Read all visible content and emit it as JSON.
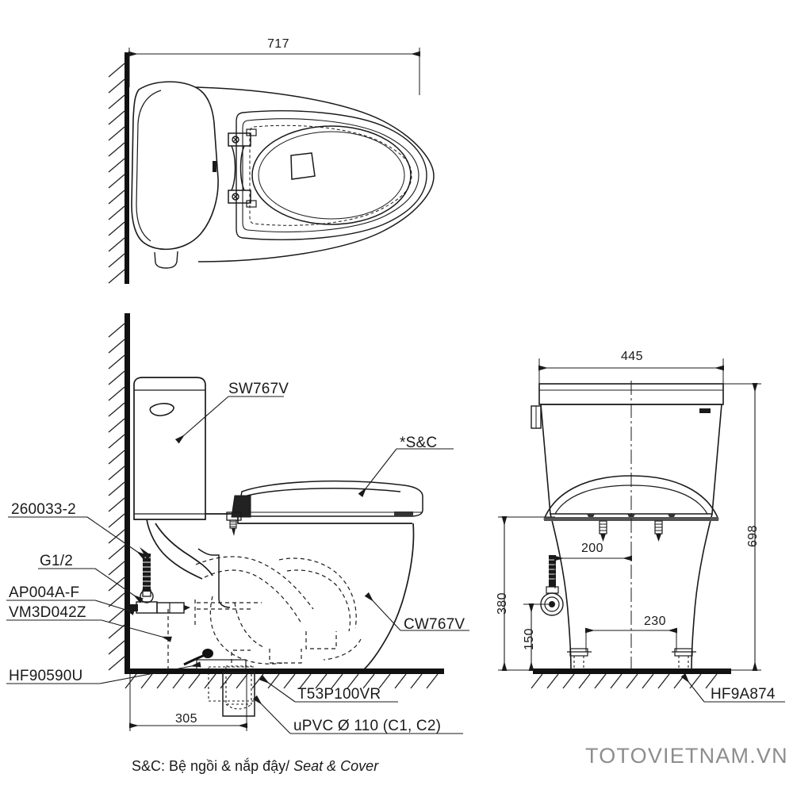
{
  "document": {
    "type": "technical-drawing",
    "subject": "TOTO two-piece toilet installation dimension drawing",
    "watermark": "TOTOVIETNAM.VN"
  },
  "views": {
    "top": {
      "name": "top-plan-view"
    },
    "side": {
      "name": "side-section-view"
    },
    "front": {
      "name": "front-elevation-view"
    }
  },
  "dimensions": {
    "top_view_depth": "717",
    "front_view_width": "445",
    "front_view_height": "698",
    "outlet_height": "380",
    "water_supply_height": "150",
    "bolt_spacing": "230",
    "supply_offset": "200",
    "rough_in": "305"
  },
  "part_labels": {
    "tank": "SW767V",
    "seat_cover": "*S&C",
    "bowl": "CW767V",
    "gasket": "260033-2",
    "thread": "G1/2",
    "angle_valve": "AP004A-F",
    "flexible_hose": "VM3D042Z",
    "floor_flange": "HF90590U",
    "waste_pipe": "T53P100VR",
    "drain_pipe": "uPVC Ø 110 (C1, C2)",
    "bolt_cap": "HF9A874"
  },
  "footnote": {
    "prefix": "S&C: Bệ ngồi & nắp đậy/ ",
    "italic": "Seat & Cover"
  },
  "colors": {
    "line": "#1a1a1a",
    "watermark": "#8d8d8d",
    "background": "#ffffff"
  }
}
